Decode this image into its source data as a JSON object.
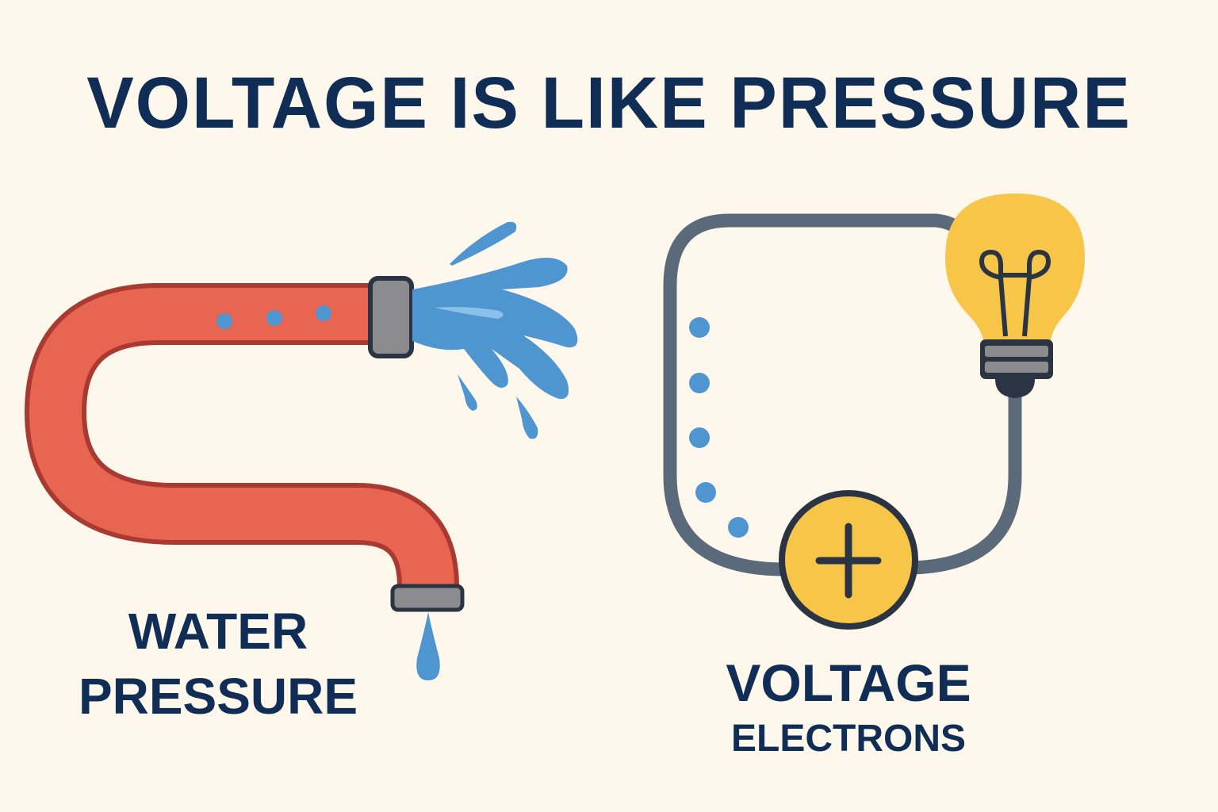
{
  "title": "VOLTAGE IS LIKE PRESSURE",
  "left_panel": {
    "label_line1": "WATER",
    "label_line2": "PRESSURE",
    "icons": [
      "hose-icon",
      "nozzle-icon",
      "water-spray-icon",
      "water-drop-icon",
      "water-particle-icon"
    ],
    "particle_count": 3
  },
  "right_panel": {
    "label_main": "VOLTAGE",
    "label_sub": "ELECTRONS",
    "icons": [
      "circuit-wire-icon",
      "light-bulb-icon",
      "battery-plus-icon",
      "electron-icon"
    ],
    "electron_count": 5
  },
  "colors": {
    "background": "#fdf7ec",
    "text": "#0f2d55",
    "hose": "#e86552",
    "hose_outline": "#a83a32",
    "water": "#4f95cf",
    "fitting": "#8c8c8e",
    "outline_dark": "#2b3442",
    "wire": "#5a6a7a",
    "bulb": "#f7c548"
  }
}
